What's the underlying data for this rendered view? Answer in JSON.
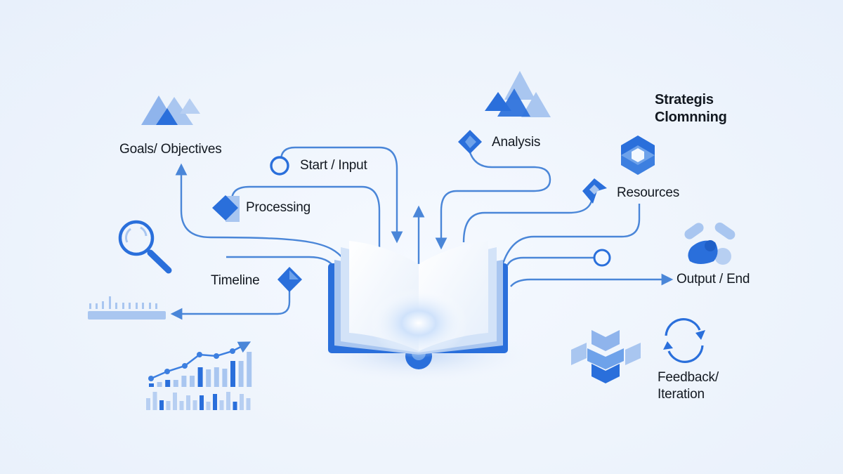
{
  "diagram": {
    "title": "Strategis Clomnning",
    "title_lines": [
      "Strategis",
      "Clomnning"
    ],
    "center": {
      "label": "open-book",
      "icon": "book-icon"
    },
    "nodes": {
      "goals": {
        "label": "Goals/ Objectives",
        "icon": "mountains-icon"
      },
      "start": {
        "label": "Start / Input",
        "icon": "circle-node-icon"
      },
      "processing": {
        "label": "Processing",
        "icon": "diamond-icon"
      },
      "analysis": {
        "label": "Analysis",
        "icon": "diamond-icon"
      },
      "resources": {
        "label": "Resources",
        "icon": "hexagon-icon"
      },
      "timeline": {
        "label": "Timeline",
        "icon": "diamond-icon"
      },
      "output": {
        "label": "Output / End",
        "icon": "shapes-icon"
      },
      "feedback": {
        "label_lines": [
          "Feedback/",
          "Iteration"
        ],
        "icon": "cycle-arrows-icon"
      }
    },
    "decorations": [
      "search-icon",
      "ruler-icon",
      "chart-icon",
      "stacked-cubes-icon",
      "triangles-icon"
    ],
    "colors": {
      "primary": "#2a6fdb",
      "line": "#4a86d8",
      "light": "#a9c6f0",
      "background": "#eef4fc",
      "text": "#121820"
    }
  }
}
